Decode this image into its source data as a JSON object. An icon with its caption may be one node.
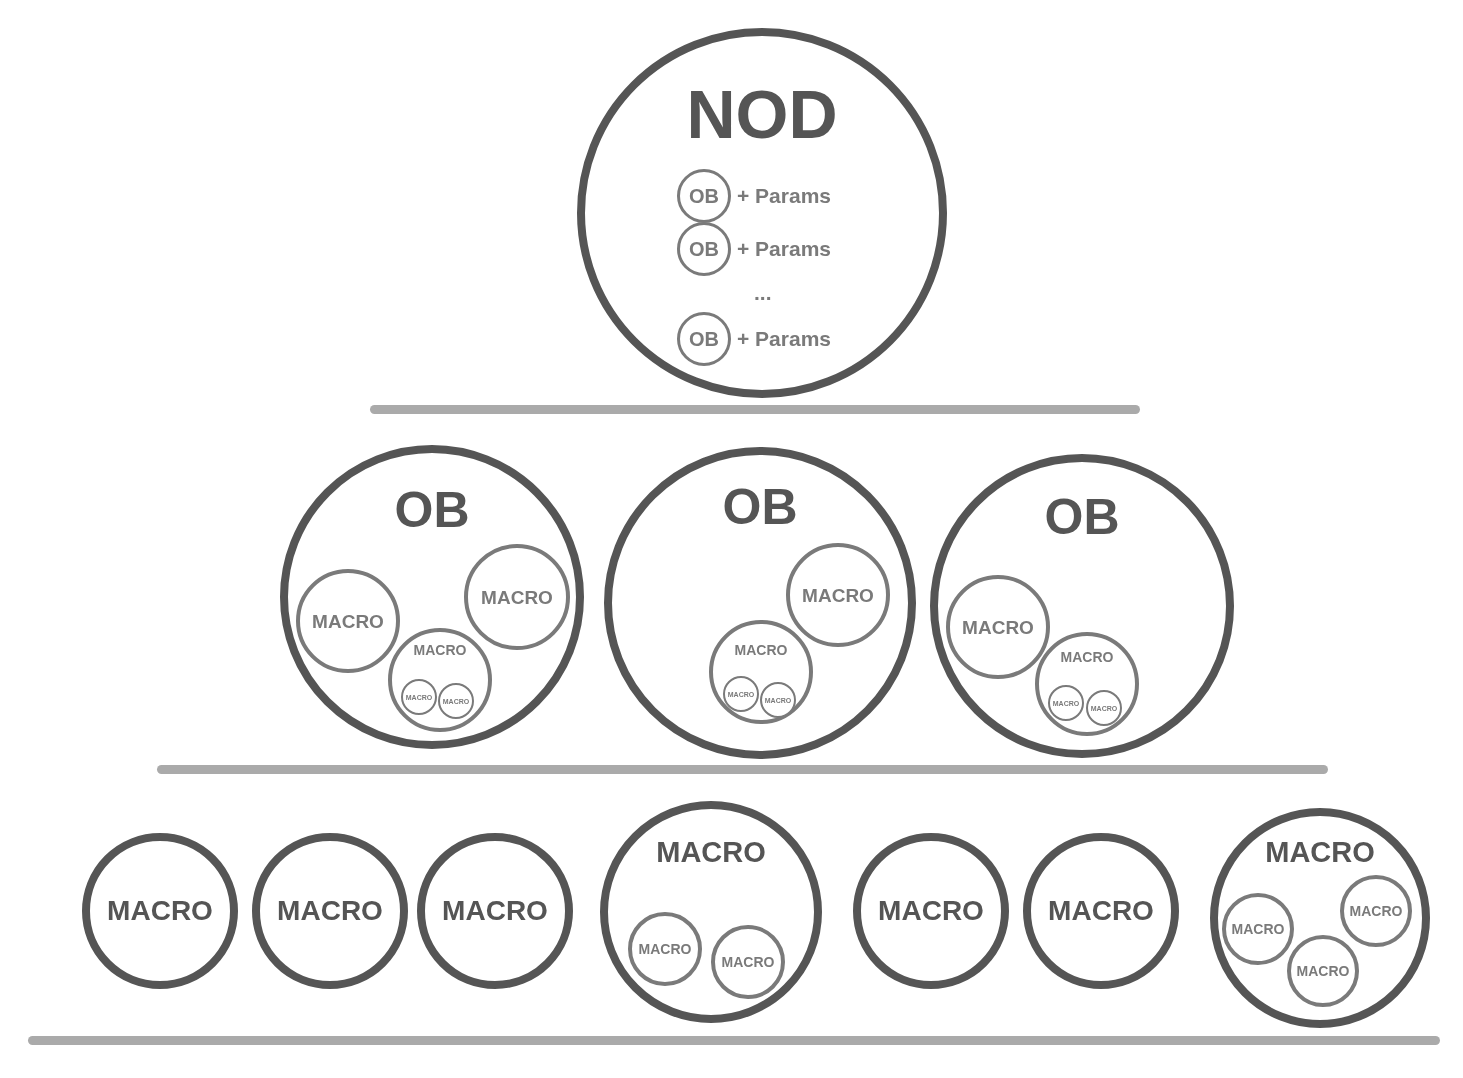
{
  "diagram": {
    "nodes": [
      {
        "text": [
          "NOD"
        ]
      },
      {
        "text": [
          "OB"
        ],
        "in": 0,
        "beside": [
          "+ Params"
        ]
      },
      {
        "text": [
          "OB"
        ],
        "in": 0,
        "beside": [
          "+ Params"
        ]
      },
      {
        "text": [
          "OB"
        ],
        "in": 0,
        "beside": [
          "+ Params"
        ]
      },
      {
        "text": [
          "OB"
        ]
      },
      {
        "text": [
          "MACRO"
        ],
        "in": 4
      },
      {
        "text": [
          "MACRO"
        ],
        "in": 4
      },
      {
        "text": [
          "MACRO"
        ],
        "in": 6
      },
      {
        "text": [
          "MACRO"
        ],
        "in": 6
      },
      {
        "text": [
          "MACRO"
        ],
        "in": 4
      },
      {
        "text": [
          "OB"
        ]
      },
      {
        "text": [
          "MACRO"
        ],
        "in": 10
      },
      {
        "text": [
          "MACRO"
        ],
        "in": 11
      },
      {
        "text": [
          "MACRO"
        ],
        "in": 11
      },
      {
        "text": [
          "MACRO"
        ],
        "in": 10
      },
      {
        "text": [
          "OB"
        ]
      },
      {
        "text": [
          "MACRO"
        ],
        "in": 15
      },
      {
        "text": [
          "MACRO"
        ],
        "in": 15
      },
      {
        "text": [
          "MACRO"
        ],
        "in": 17
      },
      {
        "text": [
          "MACRO"
        ],
        "in": 17
      },
      {
        "text": [
          "MACRO"
        ]
      },
      {
        "text": [
          "MACRO"
        ]
      },
      {
        "text": [
          "MACRO"
        ]
      },
      {
        "text": [
          "MACRO"
        ]
      },
      {
        "text": [
          "MACRO"
        ],
        "in": 23
      },
      {
        "text": [
          "MACRO"
        ],
        "in": 23
      },
      {
        "text": [
          "MACRO"
        ]
      },
      {
        "text": [
          "MACRO"
        ]
      },
      {
        "text": [
          "MACRO"
        ]
      },
      {
        "text": [
          "MACRO"
        ],
        "in": 28
      },
      {
        "text": [
          "MACRO"
        ],
        "in": 28
      },
      {
        "text": [
          "MACRO"
        ],
        "in": 28
      }
    ],
    "edges": [],
    "labels": [
      "..."
    ]
  }
}
